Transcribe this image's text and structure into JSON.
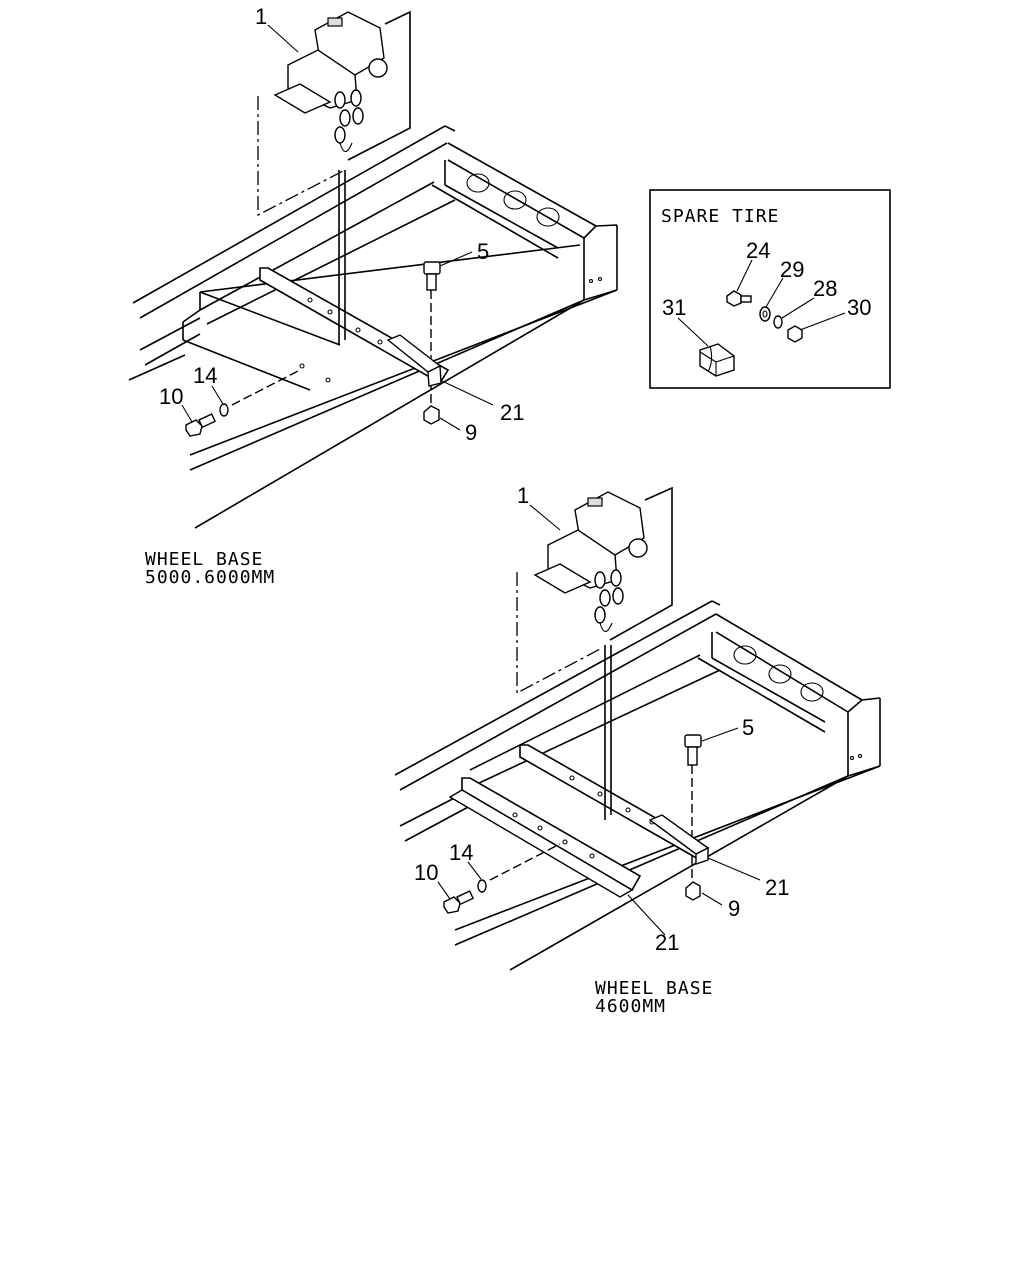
{
  "upper_assembly": {
    "caption_line1": "WHEEL BASE",
    "caption_line2": "5000.6000MM",
    "callouts": {
      "hook": "1",
      "bolt_top": "5",
      "angle": "21",
      "nut": "9",
      "bolt_side": "10",
      "washer": "14"
    }
  },
  "lower_assembly": {
    "caption_line1": "WHEEL BASE",
    "caption_line2": "4600MM",
    "callouts": {
      "hook": "1",
      "bolt_top": "5",
      "angle_right": "21",
      "angle_left": "21",
      "nut": "9",
      "bolt_side": "10",
      "washer": "14"
    }
  },
  "spare_tire_inset": {
    "title": "SPARE TIRE",
    "callouts": {
      "bolt": "24",
      "washer_flat": "29",
      "washer_spring": "28",
      "nut": "30",
      "bracket": "31"
    }
  }
}
